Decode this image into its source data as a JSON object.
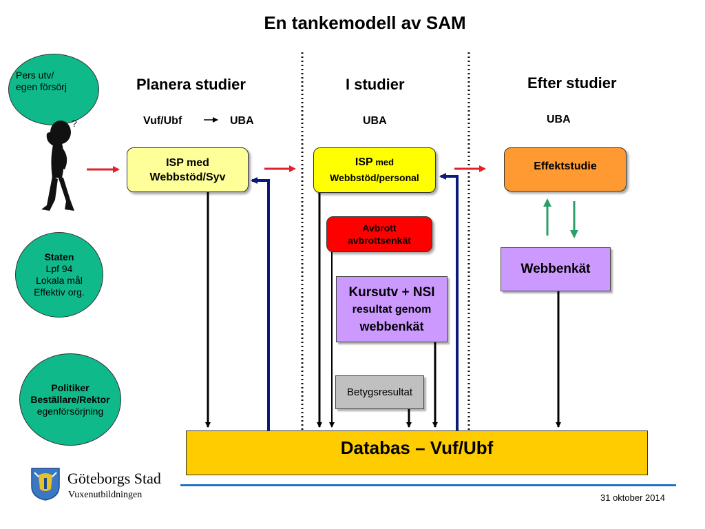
{
  "title": "En tankemodell av SAM",
  "columns": {
    "planera": {
      "header": "Planera studier",
      "sub_left": "Vuf/Ubf",
      "sub_right": "UBA"
    },
    "i_studier": {
      "header": "I studier",
      "sub": "UBA"
    },
    "efter": {
      "header": "Efter studier",
      "sub": "UBA"
    }
  },
  "circles": {
    "pers": {
      "line1": "Pers utv/",
      "line2": "egen försörj"
    },
    "staten": {
      "line1": "Staten",
      "line2": "Lpf 94",
      "line3": "Lokala mål",
      "line4": "Effektiv org."
    },
    "politiker": {
      "line1": "Politiker",
      "line2": "Beställare/Rektor",
      "line3": "egenförsörjning"
    }
  },
  "boxes": {
    "isp_syv": {
      "line1": "ISP med",
      "line2": "Webbstöd/Syv"
    },
    "isp_personal": {
      "line1a": "ISP",
      "line1b": " med",
      "line2": "Webbstöd/personal"
    },
    "effektstudie": "Effektstudie",
    "avbrott": {
      "line1": "Avbrott",
      "line2": "avbrottsenkät"
    },
    "kursutv": {
      "line1": "Kursutv + NSI",
      "line2": "resultat genom",
      "line3": "webbenkät"
    },
    "webbenkat": "Webbenkät",
    "betyg": "Betygsresultat",
    "databas": "Databas – Vuf/Ubf"
  },
  "logo": {
    "name": "Göteborgs Stad",
    "unit": "Vuxenutbildningen"
  },
  "date": "31 oktober 2014",
  "colors": {
    "circle": "#10b98a",
    "yellow_light": "#ffff99",
    "yellow": "#ffff00",
    "orange": "#ff9a33",
    "red": "#ff0000",
    "lilac": "#cc99ff",
    "gray": "#c0c0c0",
    "database": "#ffcc00",
    "arrow_red": "#e0202a",
    "arrow_navy": "#0a1a7a",
    "arrow_green": "#2e9e68",
    "footer_line": "#1f72c8"
  },
  "icons": [
    "thinking-figure-icon",
    "right-arrow-icon",
    "goteborg-crest-icon"
  ]
}
